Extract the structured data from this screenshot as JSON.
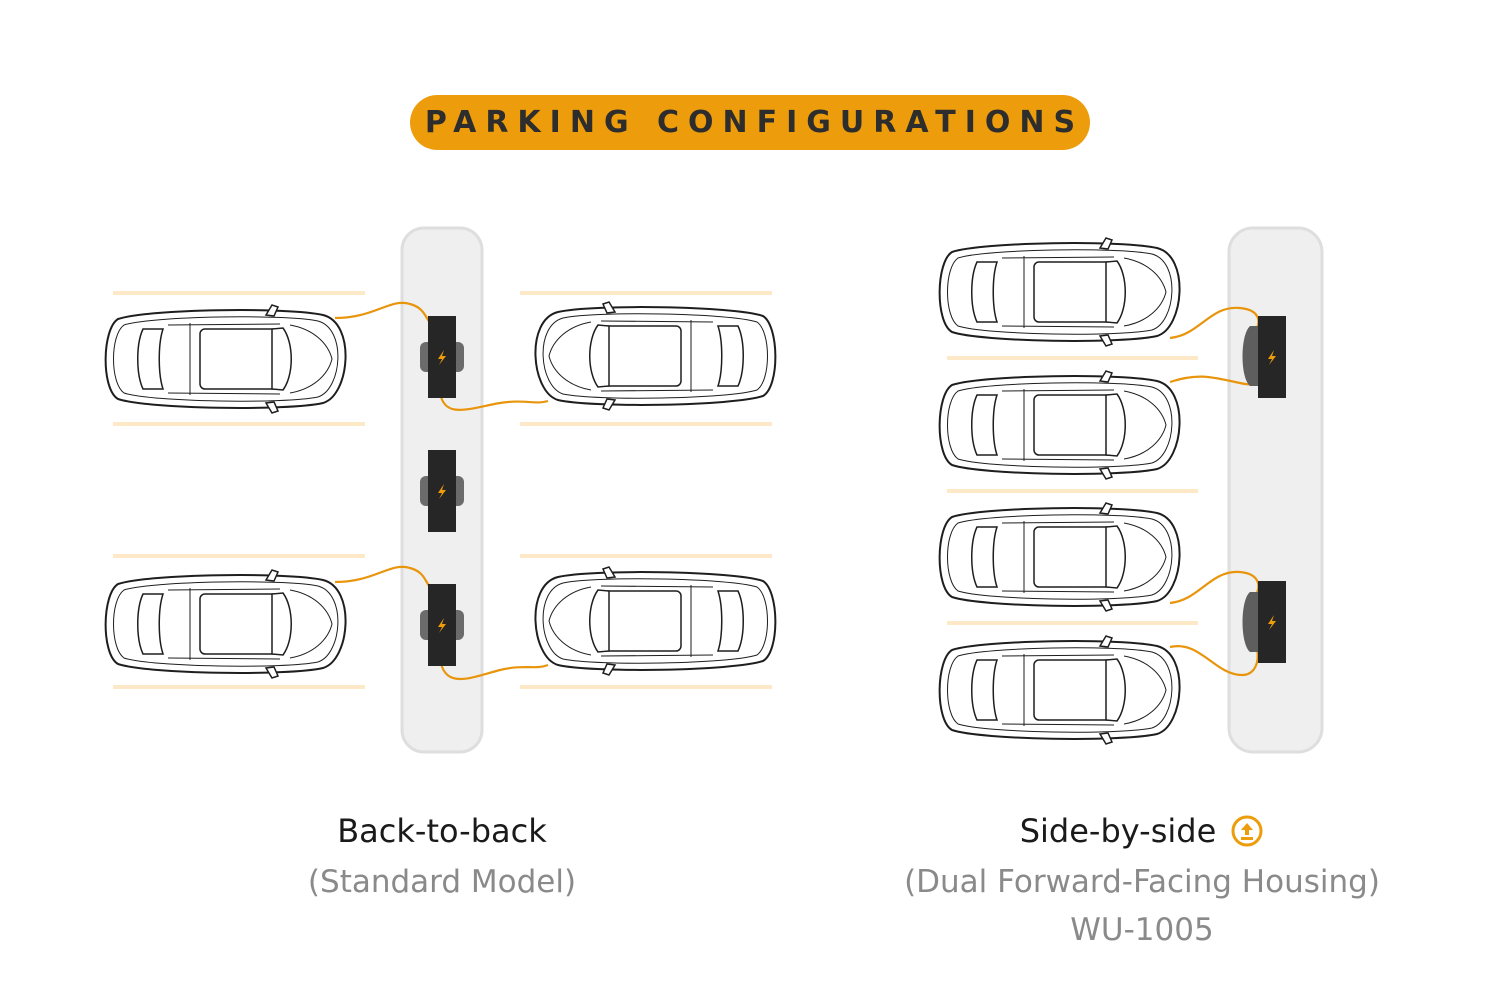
{
  "header": {
    "title": "PARKING CONFIGURATIONS"
  },
  "left_config": {
    "title": "Back-to-back",
    "subtitle": "(Standard Model)"
  },
  "right_config": {
    "title": "Side-by-side",
    "subtitle": "(Dual Forward-Facing Housing)",
    "model": "WU-1005",
    "icon": "upload-circle-icon"
  },
  "colors": {
    "accent": "#ed9c0c",
    "cable": "#e8950c",
    "lane_line": "#fde8c8",
    "island": "#efefef",
    "charger": "#262626"
  }
}
